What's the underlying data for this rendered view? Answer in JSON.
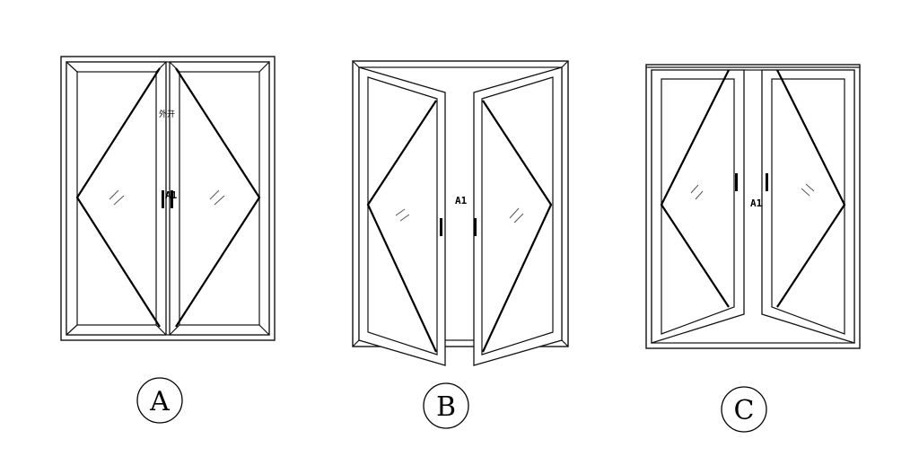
{
  "figures": [
    {
      "id": "A",
      "label": "A",
      "tag": "A1",
      "note": "外开"
    },
    {
      "id": "B",
      "label": "B",
      "tag": "A1"
    },
    {
      "id": "C",
      "label": "C",
      "tag": "A1"
    }
  ],
  "colors": {
    "line": "#111111",
    "background": "#ffffff"
  }
}
